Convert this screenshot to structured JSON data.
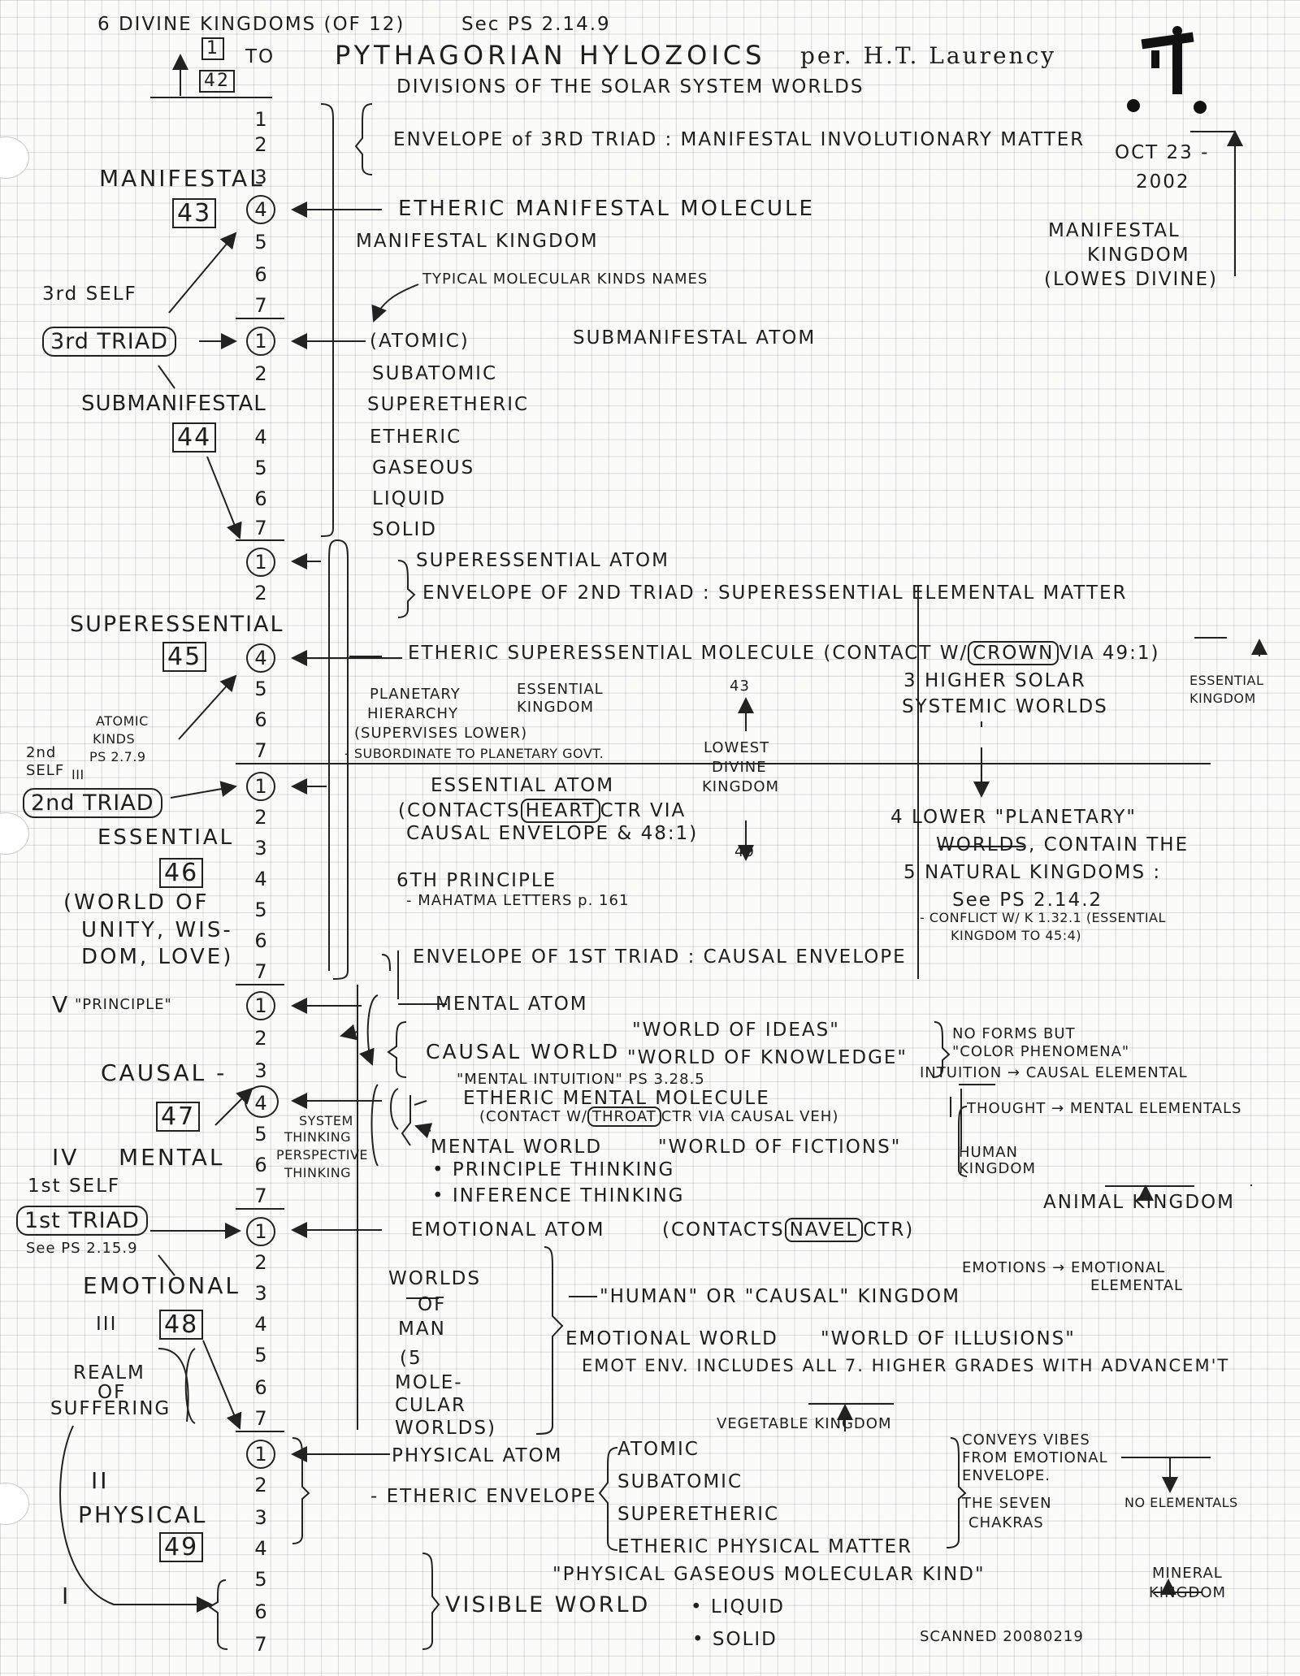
{
  "header": {
    "top_left": "6 DIVINE KINGDOMS (OF 12)",
    "ref": "Sec PS 2.14.9",
    "range_low": "1",
    "range_to": "TO",
    "range_high": "42",
    "title": "PYTHAGORIAN HYLOZOICS",
    "author": "per. H.T. Laurency",
    "subtitle": "DIVISIONS OF THE SOLAR SYSTEM WORLDS",
    "date_line1": "OCT 23 -",
    "date_line2": "2002"
  },
  "worlds": {
    "w43": {
      "name": "MANIFESTAL",
      "number": "43"
    },
    "w44": {
      "name": "SUBMANIFESTAL",
      "number": "44"
    },
    "w45": {
      "name": "SUPERESSENTIAL",
      "number": "45"
    },
    "w46": {
      "name": "ESSENTIAL",
      "number": "46",
      "note1": "(WORLD OF",
      "note2": "UNITY, WIS-",
      "note3": "DOM, LOVE)"
    },
    "w47": {
      "name": "CAUSAL -",
      "number": "47"
    },
    "w47m": {
      "name": "MENTAL"
    },
    "w48": {
      "name": "EMOTIONAL",
      "number": "48"
    },
    "w49": {
      "name": "PHYSICAL",
      "number": "49"
    }
  },
  "roman": {
    "v": "V",
    "iv": "IV",
    "iii": "III",
    "ii": "II",
    "i": "I",
    "three": "III"
  },
  "selves": {
    "third_self": "3rd SELF",
    "third_triad": "3rd TRIAD",
    "second_self_1": "2nd",
    "second_self_2": "SELF",
    "second_triad": "2nd TRIAD",
    "first_self": "1st SELF",
    "first_triad": "1st TRIAD",
    "first_ref": "See PS 2.15.9",
    "principle": "\"PRINCIPLE\""
  },
  "atomic_kinds": {
    "l1": "ATOMIC",
    "l2": "KINDS",
    "l3": "PS 2.7.9"
  },
  "realm": {
    "l1": "REALM",
    "l2": "OF",
    "l3": "SUFFERING"
  },
  "thinking": {
    "l1": "SYSTEM",
    "l2": "THINKING",
    "l3": "PERSPECTIVE",
    "l4": "THINKING"
  },
  "sub": [
    "1",
    "2",
    "3",
    "4",
    "5",
    "6",
    "7"
  ],
  "labels": {
    "env3": "ENVELOPE of 3RD TRIAD : MANIFESTAL INVOLUTIONARY MATTER",
    "eth_manifestal": "ETHERIC MANIFESTAL MOLECULE",
    "manifestal_kingdom": "MANIFESTAL KINGDOM",
    "typical_names": "TYPICAL MOLECULAR KINDS NAMES",
    "atomic": "(ATOMIC)",
    "submanifestal_atom": "SUBMANIFESTAL ATOM",
    "subatomic": "SUBATOMIC",
    "superetheric": "SUPERETHERIC",
    "etheric": "ETHERIC",
    "gaseous": "GASEOUS",
    "liquid": "LIQUID",
    "solid": "SOLID",
    "superess_atom": "SUPERESSENTIAL ATOM",
    "env2": "ENVELOPE OF 2ND TRIAD : SUPERESSENTIAL ELEMENTAL MATTER",
    "eth_superess_pre": "ETHERIC SUPERESSENTIAL MOLECULE (CONTACT W/",
    "crown": "CROWN",
    "eth_superess_post": "VIA 49:1)",
    "planetary_1": "PLANETARY",
    "planetary_2": "HIERARCHY",
    "essential_k1": "ESSENTIAL",
    "essential_k2": "KINGDOM",
    "supervises": "(SUPERVISES LOWER)",
    "subordinate": "- SUBORDINATE TO PLANETARY GOVT.",
    "n43": "43",
    "lowest_1": "LOWEST",
    "lowest_2": "DIVINE",
    "lowest_3": "KINGDOM",
    "n49": "49",
    "higher_1": "3 HIGHER SOLAR",
    "higher_2": "SYSTEMIC WORLDS",
    "ess_kingdom_1": "ESSENTIAL",
    "ess_kingdom_2": "KINGDOM",
    "lower_1": "4 LOWER \"PLANETARY\"",
    "lower_2": "WORLDS, CONTAIN THE",
    "lower_3": "5 NATURAL KINGDOMS :",
    "lower_4": "See PS 2.14.2",
    "lower_5": "- CONFLICT W/ K 1.32.1 (ESSENTIAL",
    "lower_6": "KINGDOM TO 45:4)",
    "ess_atom": "ESSENTIAL ATOM",
    "contacts_pre": "(CONTACTS",
    "heart": "HEART",
    "contacts_post": "CTR VIA",
    "causal_env": "CAUSAL ENVELOPE & 48:1)",
    "sixth_principle": "6TH PRINCIPLE",
    "mahatma": "- MAHATMA LETTERS p. 161",
    "env1": "ENVELOPE OF 1ST TRIAD : CAUSAL ENVELOPE",
    "mental_atom": "MENTAL ATOM",
    "world_ideas": "\"WORLD OF IDEAS\"",
    "causal_world": "CAUSAL WORLD",
    "world_knowledge": "\"WORLD OF KNOWLEDGE\"",
    "no_forms_1": "NO FORMS BUT",
    "no_forms_2": "\"COLOR PHENOMENA\"",
    "intuition": "INTUITION → CAUSAL ELEMENTAL",
    "mental_intuition": "\"MENTAL INTUITION\" PS 3.28.5",
    "eth_mental": "ETHERIC MENTAL MOLECULE",
    "contact_w": "(CONTACT W/",
    "throat": "THROAT",
    "contact_via": "CTR VIA CAUSAL VEH)",
    "thought": "THOUGHT → MENTAL ELEMENTALS",
    "mental_world": "MENTAL WORLD",
    "world_fictions": "\"WORLD OF FICTIONS\"",
    "human_1": "HUMAN",
    "human_2": "KINGDOM",
    "principle_thinking": "• PRINCIPLE THINKING",
    "inference_thinking": "• INFERENCE THINKING",
    "animal_kingdom": "ANIMAL KINGDOM",
    "emotional_atom": "EMOTIONAL ATOM",
    "contacts_e": "(CONTACTS",
    "navel": "NAVEL",
    "contacts_e2": "CTR)",
    "emotions": "EMOTIONS → EMOTIONAL",
    "elemental": "ELEMENTAL",
    "worlds_man": [
      "WORLDS",
      "OF",
      "MAN",
      "(5",
      "MOLE-",
      "CULAR",
      "WORLDS)"
    ],
    "human_causal": "\"HUMAN\" OR \"CAUSAL\" KINGDOM",
    "emotional_world": "EMOTIONAL WORLD",
    "world_illusions": "\"WORLD OF ILLUSIONS\"",
    "emot_env": "EMOT ENV. INCLUDES ALL 7. HIGHER GRADES WITH ADVANCEM'T",
    "vegetable": "VEGETABLE KINGDOM",
    "physical_atom": "PHYSICAL ATOM",
    "p_atomic": "ATOMIC",
    "p_subatomic": "SUBATOMIC",
    "p_superetheric": "SUPERETHERIC",
    "p_etheric": "ETHERIC PHYSICAL MATTER",
    "etheric_env": "- ETHERIC ENVELOPE",
    "conveys_1": "CONVEYS VIBES",
    "conveys_2": "FROM EMOTIONAL",
    "conveys_3": "ENVELOPE.",
    "seven_1": "THE SEVEN",
    "seven_2": "CHAKRAS",
    "no_elementals": "NO ELEMENTALS",
    "gaseous_kind": "\"PHYSICAL GASEOUS MOLECULAR KIND\"",
    "mineral_1": "MINERAL",
    "mineral_2": "KINGDOM",
    "visible_world": "VISIBLE WORLD",
    "v_liquid": "• LIQUID",
    "v_solid": "• SOLID",
    "scanned": "SCANNED 20080219"
  },
  "right_notes": {
    "mk1": "MANIFESTAL",
    "mk2": "KINGDOM",
    "mk3": "(LOWES DIVINE)"
  },
  "colors": {
    "ink": "#1e1e1e",
    "paper": "#fbfbf8",
    "grid": "#a8b4c6"
  }
}
